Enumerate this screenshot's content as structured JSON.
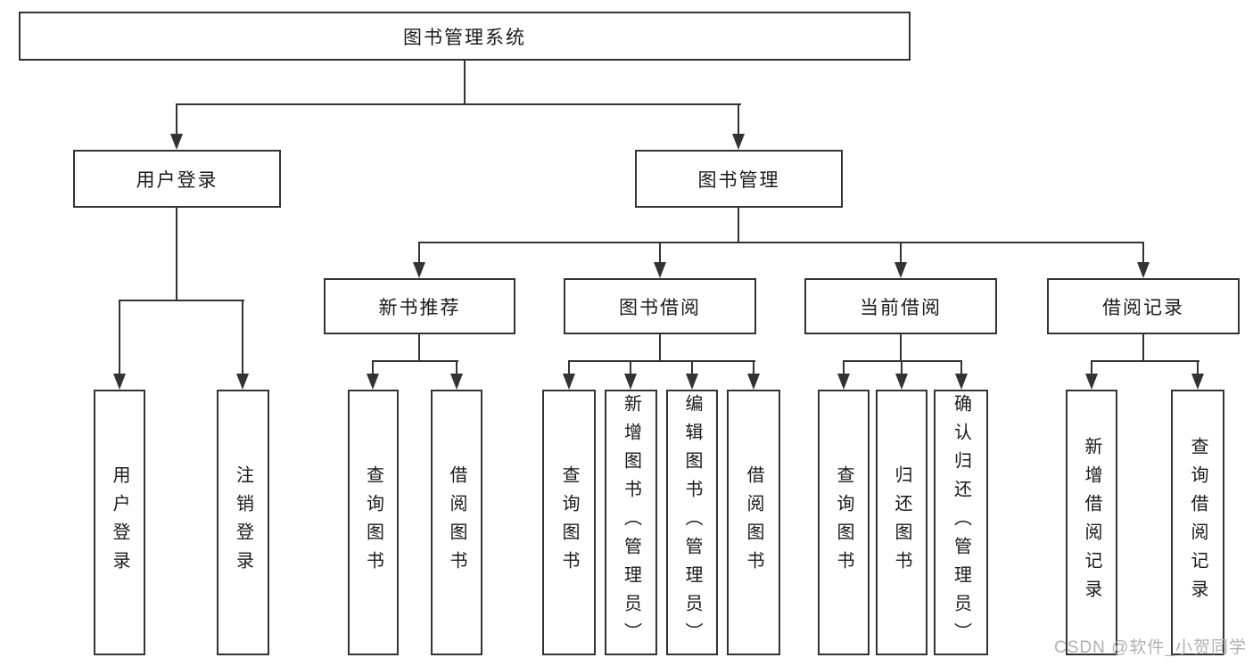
{
  "diagram": {
    "title": "图书管理系统",
    "nodes": {
      "root": "图书管理系统",
      "user_login": "用户登录",
      "book_management": "图书管理",
      "new_book_recommendation": "新书推荐",
      "book_borrowing": "图书借阅",
      "current_borrowing": "当前借阅",
      "borrowing_records": "借阅记录",
      "leaf_user_login": "用户登录",
      "leaf_logout": "注销登录",
      "leaf_recommend_query_books": "查询图书",
      "leaf_recommend_borrow_books": "借阅图书",
      "leaf_borrow_query_books": "查询图书",
      "leaf_borrow_add_books_admin": "新增图书（管理员）",
      "leaf_borrow_edit_books_admin": "编辑图书（管理员）",
      "leaf_borrow_borrow_books": "借阅图书",
      "leaf_current_query_books": "查询图书",
      "leaf_current_return_books": "归还图书",
      "leaf_current_confirm_return_admin": "确认归还（管理员）",
      "leaf_record_add_record": "新增借阅记录",
      "leaf_record_query_record": "查询借阅记录"
    },
    "watermark": "CSDN @软件_小贺同学",
    "colors": {
      "line": "#333333",
      "node_border": "#333333",
      "node_text": "#1a1a1a",
      "node_background": "#ffffff",
      "page_background": "#ffffff",
      "watermark_text": "#b0b0b0"
    }
  }
}
